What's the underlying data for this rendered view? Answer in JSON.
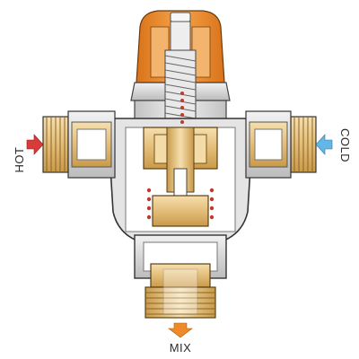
{
  "labels": {
    "hot": "HOT",
    "cold": "COLD",
    "mix": "MIX"
  },
  "colors": {
    "hot_arrow": "#d93a3a",
    "cold_arrow": "#63b6e6",
    "mix_arrow": "#ef8a2a",
    "handle_orange": "#f0922e",
    "brass": "#e7c68a",
    "brass_dark": "#c99a4a",
    "body_grey": "#dcdcdc",
    "spring_red": "#c0392b"
  },
  "icons": {
    "hot_inlet": "arrow-right-icon",
    "cold_inlet": "arrow-left-icon",
    "mix_outlet": "arrow-down-icon"
  }
}
